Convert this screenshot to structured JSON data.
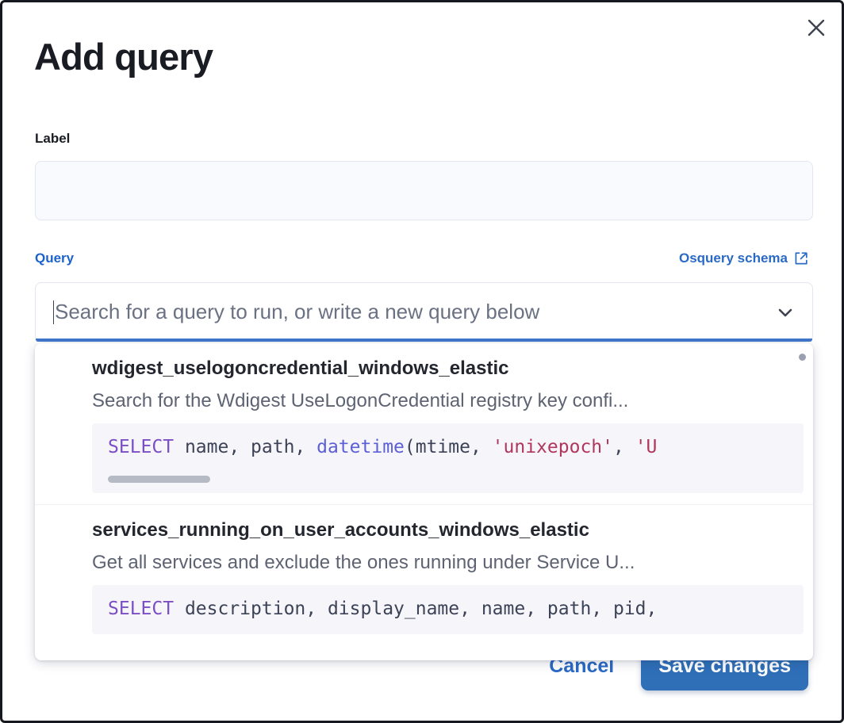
{
  "modal": {
    "title": "Add query",
    "close_icon": "close-icon"
  },
  "label_field": {
    "label": "Label",
    "value": "",
    "placeholder": ""
  },
  "query_field": {
    "label": "Query",
    "schema_link": "Osquery schema",
    "schema_link_icon": "external-link-icon",
    "placeholder": "Search for a query to run, or write a new query below",
    "value": "",
    "chevron_icon": "chevron-down-icon"
  },
  "dropdown": {
    "items": [
      {
        "title": "wdigest_uselogoncredential_windows_elastic",
        "description": "Search for the Wdigest UseLogonCredential registry key confi...",
        "code": {
          "tokens": [
            {
              "t": "SELECT",
              "c": "kw"
            },
            {
              "t": " name, path, ",
              "c": "pl"
            },
            {
              "t": "datetime",
              "c": "fn"
            },
            {
              "t": "(mtime, ",
              "c": "pl"
            },
            {
              "t": "'unixepoch'",
              "c": "str"
            },
            {
              "t": ", ",
              "c": "pl"
            },
            {
              "t": "'U",
              "c": "str"
            }
          ]
        },
        "has_scrollbar": true
      },
      {
        "title": "services_running_on_user_accounts_windows_elastic",
        "description": "Get all services and exclude the ones running under Service U...",
        "code": {
          "tokens": [
            {
              "t": "SELECT",
              "c": "kw"
            },
            {
              "t": " description, display_name, name, path, pid,",
              "c": "pl"
            }
          ]
        },
        "has_scrollbar": false
      }
    ]
  },
  "footer": {
    "cancel_label": "Cancel",
    "save_label": "Save changes"
  },
  "colors": {
    "accent_blue": "#2a69c4",
    "save_button": "#2e6fb8",
    "focus_underline": "#3f77cb",
    "title_text": "#1a1c23"
  }
}
